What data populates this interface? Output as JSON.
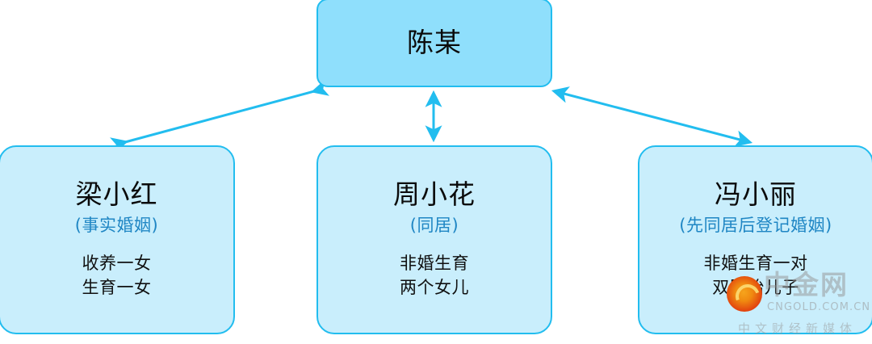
{
  "diagram": {
    "type": "relationship-tree",
    "accent_color": "#22BDEF",
    "root_fill": "#8FDFFC",
    "node_fill": "#C9EEFC",
    "subtitle_color": "#1F86C4",
    "root": {
      "name": "陈某"
    },
    "nodes": [
      {
        "id": "left",
        "name": "梁小红",
        "subtitle": "(事实婚姻)",
        "detail_line1": "收养一女",
        "detail_line2": "生育一女"
      },
      {
        "id": "middle",
        "name": "周小花",
        "subtitle": "(同居)",
        "detail_line1": "非婚生育",
        "detail_line2": "两个女儿"
      },
      {
        "id": "right",
        "name": "冯小丽",
        "subtitle": "(先同居后登记婚姻)",
        "detail_line1": "非婚生育一对",
        "detail_line2": "双胞胎儿子"
      }
    ],
    "edges": [
      {
        "from": "root",
        "to": "left",
        "style": "double-arrow"
      },
      {
        "from": "root",
        "to": "middle",
        "style": "double-arrow"
      },
      {
        "from": "root",
        "to": "right",
        "style": "double-arrow"
      }
    ]
  },
  "watermark": {
    "brand": "中金网",
    "url": "CNGOLD.COM.CN",
    "tagline": "中文财经新媒体"
  }
}
